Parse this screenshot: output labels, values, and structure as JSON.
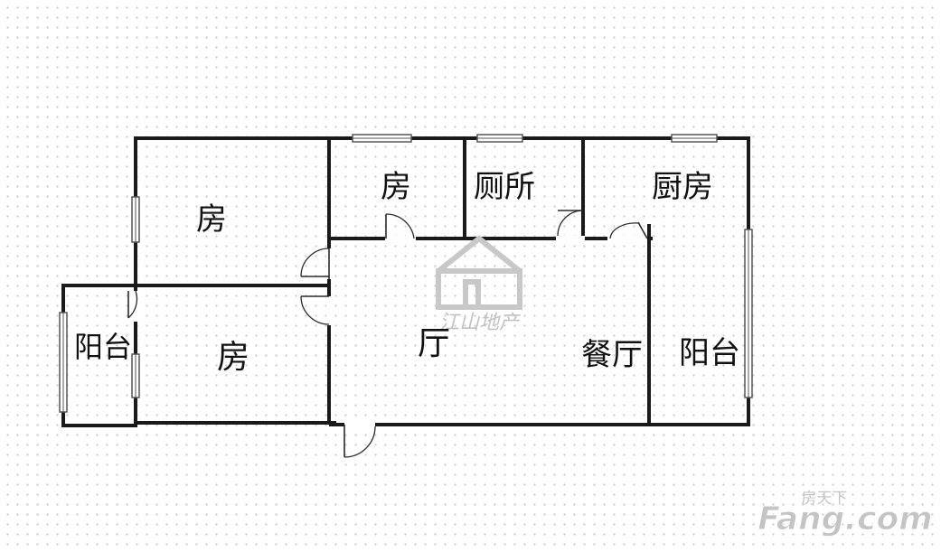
{
  "rooms": {
    "bedroom_top_left": "房",
    "bedroom_top_middle": "房",
    "toilet": "厕所",
    "kitchen": "厨房",
    "balcony_left": "阳台",
    "bedroom_bottom_left": "房",
    "living_room": "厅",
    "dining_room": "餐厅",
    "balcony_right": "阳台"
  },
  "watermark": {
    "text": "江山地产",
    "color": "#bfbfbf"
  },
  "brand": {
    "small_text": "房天下",
    "main_text": "Fang.com",
    "color": "#c4c4c4"
  },
  "colors": {
    "wall": "#1a1a1a",
    "background": "#ffffff",
    "grid_dots": "#c9c9c9"
  }
}
